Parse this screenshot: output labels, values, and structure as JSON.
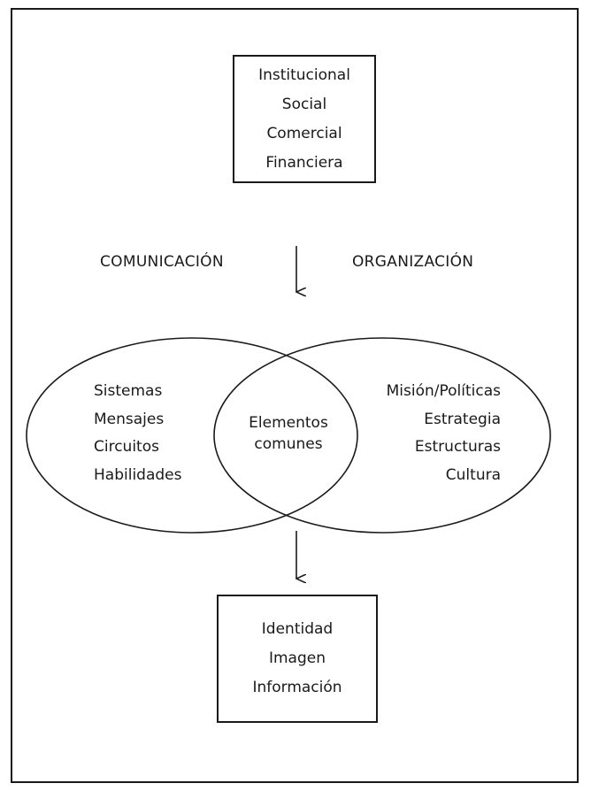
{
  "top_box": {
    "items": [
      "Institucional",
      "Social",
      "Comercial",
      "Financiera"
    ]
  },
  "labels": {
    "left": "COMUNICACIÓN",
    "right": "ORGANIZACIÓN"
  },
  "left_ellipse": {
    "items": [
      "Sistemas",
      "Mensajes",
      "Circuitos",
      "Habilidades"
    ]
  },
  "intersection": {
    "items": [
      "Elementos",
      "comunes"
    ]
  },
  "right_ellipse": {
    "items": [
      "Misión/Políticas",
      "Estrategia",
      "Estructuras",
      "Cultura"
    ]
  },
  "bottom_box": {
    "items": [
      "Identidad",
      "Imagen",
      "Información"
    ]
  }
}
